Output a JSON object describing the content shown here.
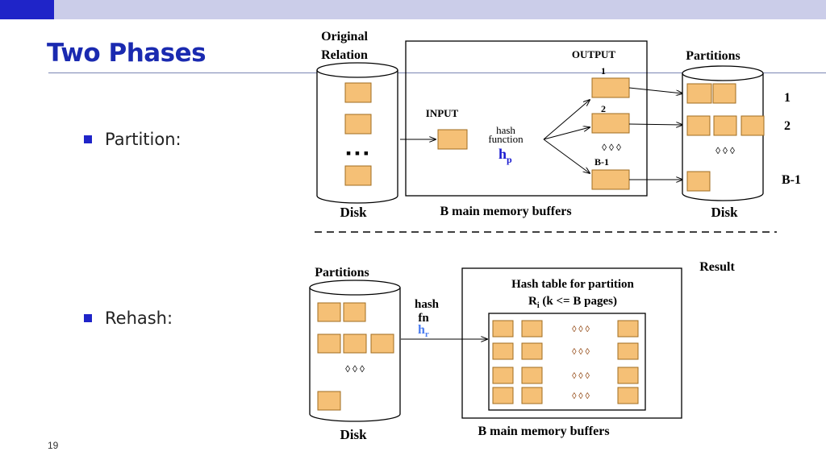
{
  "slide": {
    "title": "Two Phases",
    "page_number": "19",
    "bullets": [
      {
        "text": "Partition:"
      },
      {
        "text": "Rehash:"
      }
    ]
  },
  "partition_phase": {
    "original_relation_line1": "Original",
    "original_relation_line2": "Relation",
    "disk_left_label": "Disk",
    "disk_left_dots": "▪ ▪ ▪",
    "input_label": "INPUT",
    "hash_label": "hash",
    "function_label": "function",
    "hash_fn_symbol": "h",
    "hash_fn_subscript": "p",
    "output_label": "OUTPUT",
    "output_index_1": "1",
    "output_index_2": "2",
    "output_index_b1": "B-1",
    "output_dots": "◊ ◊ ◊",
    "memory_label": "B main memory buffers",
    "partitions_label": "Partitions",
    "partition_dots": "◊ ◊ ◊",
    "partition_index_1": "1",
    "partition_index_2": "2",
    "partition_index_b1": "B-1",
    "disk_right_label": "Disk"
  },
  "rehash_phase": {
    "partitions_label": "Partitions",
    "partition_dots": "◊ ◊ ◊",
    "disk_label": "Disk",
    "hash_label": "hash",
    "fn_label": "fn",
    "hash_fn_symbol": "h",
    "hash_fn_subscript": "r",
    "result_label": "Result",
    "hash_table_line1": "Hash table for partition",
    "hash_table_R": "R",
    "hash_table_sub": "i",
    "hash_table_rest": " (k <= B  pages)",
    "row_dots": "◊ ◊ ◊",
    "memory_label": "B main memory buffers"
  },
  "colors": {
    "page_fill": "#f5c076",
    "page_stroke": "#b07a2a",
    "accent": "#1f24c8",
    "hash_symbol": "#1a1ad0",
    "rehash_symbol": "#4a7cf0"
  }
}
